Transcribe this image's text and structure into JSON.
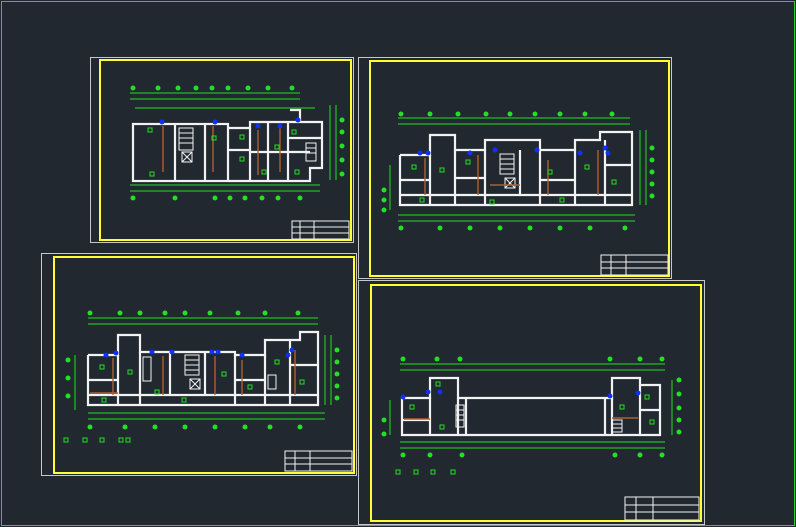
{
  "canvas": {
    "background": "#212830",
    "border_color": "#2bd12b"
  },
  "colors": {
    "wall": "#f2f2f2",
    "dimension": "#22e022",
    "frame": "#ffff33",
    "sheet_outline": "#c8c8c8",
    "column_marker": "#1030ff",
    "door": "#b06030",
    "furniture": "#22e022"
  },
  "sheets": [
    {
      "id": "sheet-top-left",
      "title_block": ""
    },
    {
      "id": "sheet-top-right",
      "title_block": ""
    },
    {
      "id": "sheet-bottom-left",
      "title_block": ""
    },
    {
      "id": "sheet-bottom-right",
      "title_block": ""
    }
  ]
}
